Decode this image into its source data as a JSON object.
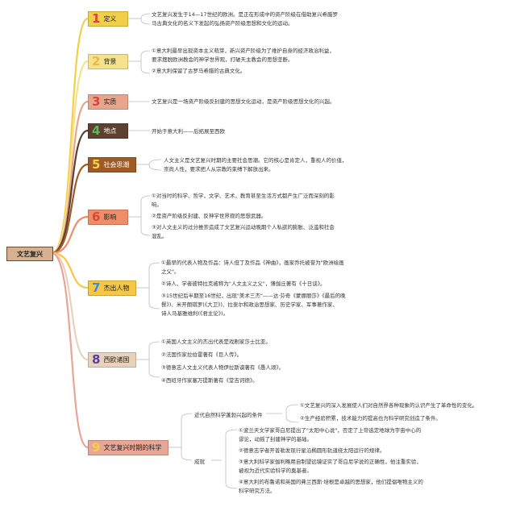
{
  "root": "文艺复兴",
  "branches": [
    {
      "num": "1",
      "title": "定义",
      "color": "#f2cf4a",
      "numColor": "#d9443b",
      "lines": [
        "文艺复兴发生于14—17世纪的欧洲。是正在形成中的资产阶级在借助复兴希腊罗",
        "马古典文化的名义下发起的弘扬资产阶级思想和文化的运动。"
      ]
    },
    {
      "num": "2",
      "title": "背景",
      "color": "#f6e28c",
      "numColor": "#e6b84a",
      "lines": [
        "①意大利最早出现资本主义萌芽，新兴资产阶级为了维护自身的经济政治利益，",
        "要求摆脱欧洲教会的神学世界观，打破天主教会的思想垄断。",
        "②意大利保留了古罗马希腊的古典文化。"
      ]
    },
    {
      "num": "3",
      "title": "实质",
      "color": "#e7a58e",
      "numColor": "#d9443b",
      "lines": [
        "文艺复兴是一场资产阶级反封建的思想文化运动，是资产阶级思想文化的兴起。"
      ]
    },
    {
      "num": "4",
      "title": "地点",
      "color": "#5e4031",
      "numColor": "#5cb85c",
      "lines": [
        "开始于意大利——后拓展至西欧"
      ]
    },
    {
      "num": "5",
      "title": "社会思潮",
      "color": "#a05a24",
      "numColor": "#f2d24a",
      "lines": [
        "人文主义是文艺复兴时期的主要社会思潮。它的核心是肯定人，重视人的价值，",
        "崇尚人性，要求把人从宗教的束缚下解放出来。"
      ]
    },
    {
      "num": "6",
      "title": "影响",
      "color": "#ee8e69",
      "numColor": "#d9443b",
      "lines": [
        "①对当时的科学、哲学，文学、艺术，教育甚至生活方式都产生广泛而深刻的影",
        "响。",
        "②是资产阶级反封建、反神学世界观的思想武器。",
        "③对人文主义的过分推崇造成了文艺复兴运动晚期个人私欲的膨胀、泛滥和社会",
        "混乱。"
      ]
    },
    {
      "num": "7",
      "title": "杰出人物",
      "color": "#f6c744",
      "numColor": "#3a8dd6",
      "lines": [
        "①最早的代表人物及作品：诗人但丁及作品《神曲》，画家乔托被誉为\"欧洲绘画",
        "之父\"。",
        "②诗人、学者彼特拉克被称为\"人文主义之父\"，薄伽丘著有《十日谈》。",
        "③15世纪后半期至16世纪，出现\"美术三杰\"——达·芬奇《蒙娜丽莎》《最后的晚",
        "餐》)、米开朗琪罗(《大卫》)、拉斐尔和政治思想家、历史学家、军事著作家、",
        "诗人马基雅维利(《君主论》)。"
      ]
    },
    {
      "num": "8",
      "title": "西欧诸国",
      "color": "#e9d2bb",
      "numColor": "#5a3ca8",
      "lines": [
        "①英国人文主义的杰出代表是戏剧家莎士比亚。",
        "②法国作家拉伯雷著有《巨人传》。",
        "③德意志人文主义代表人物伊拉斯谟著有《愚人颂》。",
        "④西班牙作家塞万提斯著有《堂吉诃德》。"
      ]
    },
    {
      "num": "9",
      "title": "文艺复兴时期的科学",
      "color": "#e8a696",
      "numColor": "#f4d04a",
      "conditions": {
        "label": "近代自然科学蓬勃兴起的条件",
        "lines": [
          "①文艺复兴的深入发展使人们对自然界各种现象的认识产生了革命性的变化。",
          "②生产经验积累，技术能力的提高也为科学研究创造了条件。"
        ]
      },
      "achievements": {
        "label": "成就",
        "lines": [
          "①波兰天文学家哥白尼提出了\"太阳中心说\"，否定了上帝选定地球为宇宙中心的",
          "谬论，动摇了封建神学的基础。",
          "②德意志学者开普勒发现行星沿椭圆形轨道绕太阳运行的规律。",
          "③意大利科学家伽利略用自制望远镜证实了哥白尼学说的正确性，他注重实验，",
          "被视为近代实验科学的奠基者。",
          "④意大利的布鲁诺和英国的弗兰西斯·培根是卓越的思想家，他们提倡唯物主义的",
          "科学研究方法。"
        ]
      }
    }
  ]
}
